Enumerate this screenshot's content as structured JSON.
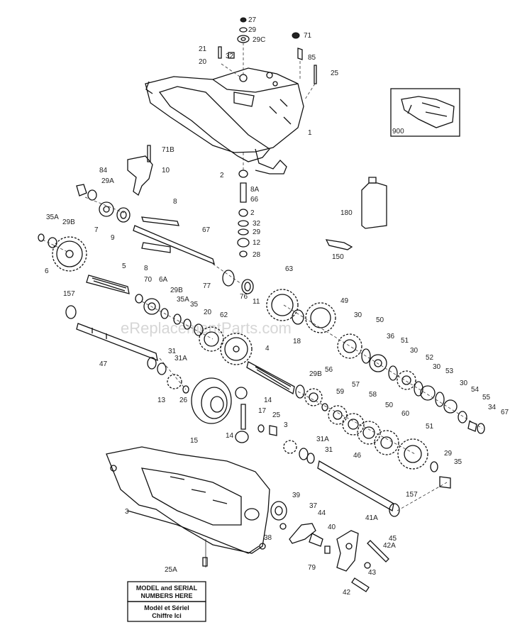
{
  "watermark": "eReplacementParts.com",
  "labels": {
    "model_serial_line1": "MODEL and SERIAL",
    "model_serial_line2": "NUMBERS HERE",
    "model_serial_fr1": "Modèl et Sériel",
    "model_serial_fr2": "Chiffre Ici"
  },
  "callouts": [
    {
      "id": "27",
      "text": "27"
    },
    {
      "id": "29",
      "text": "29"
    },
    {
      "id": "29c",
      "text": "29C"
    },
    {
      "id": "71",
      "text": "71"
    },
    {
      "id": "21",
      "text": "21"
    },
    {
      "id": "32",
      "text": "32"
    },
    {
      "id": "20",
      "text": "20"
    },
    {
      "id": "85",
      "text": "85"
    },
    {
      "id": "25",
      "text": "25"
    },
    {
      "id": "1",
      "text": "1"
    },
    {
      "id": "900",
      "text": "900"
    },
    {
      "id": "71b",
      "text": "71B"
    },
    {
      "id": "10",
      "text": "10"
    },
    {
      "id": "84",
      "text": "84"
    },
    {
      "id": "29a",
      "text": "29A"
    },
    {
      "id": "2a",
      "text": "2"
    },
    {
      "id": "8a",
      "text": "8A"
    },
    {
      "id": "66",
      "text": "66"
    },
    {
      "id": "180",
      "text": "180"
    },
    {
      "id": "8",
      "text": "8"
    },
    {
      "id": "35a",
      "text": "35A"
    },
    {
      "id": "29b",
      "text": "29B"
    },
    {
      "id": "7",
      "text": "7"
    },
    {
      "id": "9",
      "text": "9"
    },
    {
      "id": "67",
      "text": "67"
    },
    {
      "id": "2b",
      "text": "2"
    },
    {
      "id": "32b",
      "text": "32"
    },
    {
      "id": "29d",
      "text": "29"
    },
    {
      "id": "12",
      "text": "12"
    },
    {
      "id": "28",
      "text": "28"
    },
    {
      "id": "150",
      "text": "150"
    },
    {
      "id": "6",
      "text": "6"
    },
    {
      "id": "8b",
      "text": "8"
    },
    {
      "id": "5",
      "text": "5"
    },
    {
      "id": "70",
      "text": "70"
    },
    {
      "id": "6a",
      "text": "6A"
    },
    {
      "id": "77",
      "text": "77"
    },
    {
      "id": "76",
      "text": "76"
    },
    {
      "id": "63",
      "text": "63"
    },
    {
      "id": "157",
      "text": "157"
    },
    {
      "id": "29b2",
      "text": "29B"
    },
    {
      "id": "35a2",
      "text": "35A"
    },
    {
      "id": "35",
      "text": "35"
    },
    {
      "id": "20b",
      "text": "20"
    },
    {
      "id": "62",
      "text": "62"
    },
    {
      "id": "11",
      "text": "11"
    },
    {
      "id": "49",
      "text": "49"
    },
    {
      "id": "30",
      "text": "30"
    },
    {
      "id": "50",
      "text": "50"
    },
    {
      "id": "18",
      "text": "18"
    },
    {
      "id": "36",
      "text": "36"
    },
    {
      "id": "51",
      "text": "51"
    },
    {
      "id": "30b",
      "text": "30"
    },
    {
      "id": "52",
      "text": "52"
    },
    {
      "id": "31",
      "text": "31"
    },
    {
      "id": "4",
      "text": "4"
    },
    {
      "id": "30c",
      "text": "30"
    },
    {
      "id": "53",
      "text": "53"
    },
    {
      "id": "47",
      "text": "47"
    },
    {
      "id": "31a",
      "text": "31A"
    },
    {
      "id": "29b3",
      "text": "29B"
    },
    {
      "id": "56",
      "text": "56"
    },
    {
      "id": "30d",
      "text": "30"
    },
    {
      "id": "54",
      "text": "54"
    },
    {
      "id": "13",
      "text": "13"
    },
    {
      "id": "26",
      "text": "26"
    },
    {
      "id": "14",
      "text": "14"
    },
    {
      "id": "59",
      "text": "59"
    },
    {
      "id": "57",
      "text": "57"
    },
    {
      "id": "55",
      "text": "55"
    },
    {
      "id": "34",
      "text": "34"
    },
    {
      "id": "67b",
      "text": "67"
    },
    {
      "id": "17",
      "text": "17"
    },
    {
      "id": "58",
      "text": "58"
    },
    {
      "id": "25b",
      "text": "25"
    },
    {
      "id": "50b",
      "text": "50"
    },
    {
      "id": "60",
      "text": "60"
    },
    {
      "id": "3b",
      "text": "3"
    },
    {
      "id": "15",
      "text": "15"
    },
    {
      "id": "14b",
      "text": "14"
    },
    {
      "id": "51b",
      "text": "51"
    },
    {
      "id": "31a2",
      "text": "31A"
    },
    {
      "id": "31b",
      "text": "31"
    },
    {
      "id": "46",
      "text": "46"
    },
    {
      "id": "29e",
      "text": "29"
    },
    {
      "id": "35b",
      "text": "35"
    },
    {
      "id": "3",
      "text": "3"
    },
    {
      "id": "39",
      "text": "39"
    },
    {
      "id": "157b",
      "text": "157"
    },
    {
      "id": "37",
      "text": "37"
    },
    {
      "id": "44",
      "text": "44"
    },
    {
      "id": "41a",
      "text": "41A"
    },
    {
      "id": "38",
      "text": "38"
    },
    {
      "id": "40",
      "text": "40"
    },
    {
      "id": "45",
      "text": "45"
    },
    {
      "id": "42a",
      "text": "42A"
    },
    {
      "id": "79",
      "text": "79"
    },
    {
      "id": "43",
      "text": "43"
    },
    {
      "id": "25a",
      "text": "25A"
    },
    {
      "id": "42",
      "text": "42"
    }
  ]
}
